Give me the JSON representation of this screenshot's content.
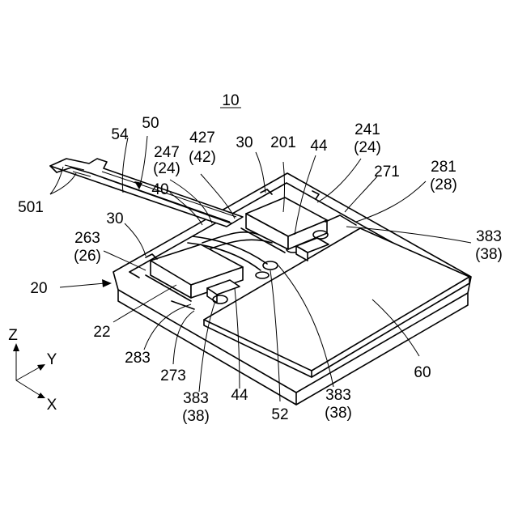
{
  "title": "10",
  "labels": {
    "l50": "50",
    "l54": "54",
    "l247a": "247",
    "l247b": "(24)",
    "l427a": "427",
    "l427b": "(42)",
    "l30a": "30",
    "l201": "201",
    "l44a": "44",
    "l241a": "241",
    "l241b": "(24)",
    "l271": "271",
    "l281a": "281",
    "l281b": "(28)",
    "l40": "40",
    "l501": "501",
    "l30b": "30",
    "l263a": "263",
    "l263b": "(26)",
    "l383ra": "383",
    "l383rb": "(38)",
    "l20": "20",
    "l22": "22",
    "l283": "283",
    "l273": "273",
    "l383la": "383",
    "l383lb": "(38)",
    "l44b": "44",
    "l52": "52",
    "l383ma": "383",
    "l383mb": "(38)",
    "l60": "60"
  },
  "axes": {
    "z": "Z",
    "y": "Y",
    "x": "X"
  }
}
